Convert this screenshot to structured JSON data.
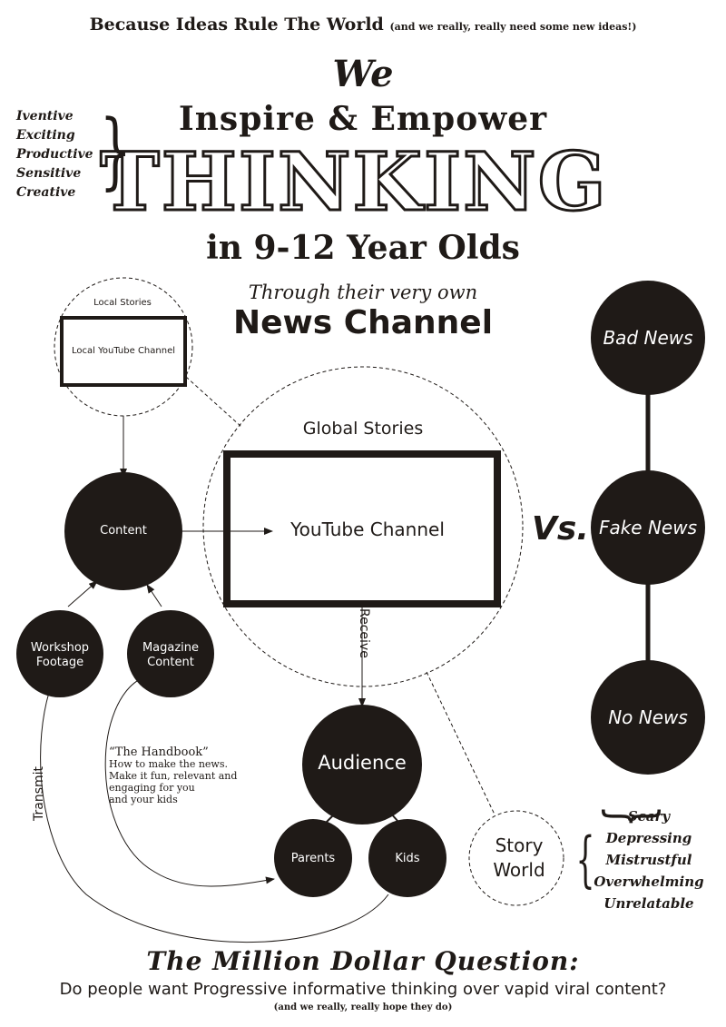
{
  "header": {
    "tagline": "Because Ideas Rule The World",
    "tagline_note": "(and we really, really need some new ideas!)"
  },
  "title": {
    "we": "We",
    "inspire": "Inspire & Empower",
    "thinking": "THINKING",
    "age": "in 9-12 Year Olds",
    "through": "Through their very own",
    "news_channel": "News Channel"
  },
  "adjectives": [
    "Iventive",
    "Exciting",
    "Productive",
    "Sensitive",
    "Creative"
  ],
  "diagram": {
    "local_stories": "Local Stories",
    "local_youtube": "Local YouTube Channel",
    "global_stories": "Global Stories",
    "youtube_channel": "YouTube Channel",
    "content": "Content",
    "workshop": "Workshop Footage",
    "magazine": "Magazine Content",
    "receive": "Receive",
    "transmit": "Transmit",
    "audience": "Audience",
    "parents": "Parents",
    "kids": "Kids",
    "story_world": "Story World",
    "handbook_title": "“The Handbook”",
    "handbook_lines": [
      "How to make the news.",
      "Make it fun, relevant and",
      "engaging for you",
      "and your kids"
    ]
  },
  "comparison": {
    "vs": "Vs.",
    "bad_news": "Bad News",
    "fake_news": "Fake News",
    "no_news": "No News",
    "negatives": [
      "Scary",
      "Depressing",
      "Mistrustful",
      "Overwhelming",
      "Unrelatable"
    ]
  },
  "question": {
    "title": "The Million Dollar Question:",
    "text": "Do people want Progressive informative thinking over vapid viral content?",
    "note": "(and we really, really hope they do)"
  },
  "colors": {
    "ink": "#1f1a17",
    "paper": "#ffffff"
  }
}
